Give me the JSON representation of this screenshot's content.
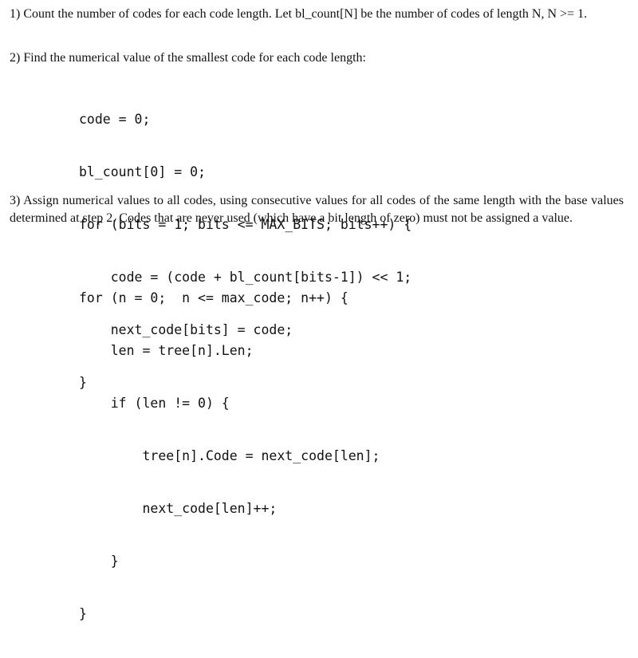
{
  "step1": {
    "text": "1) Count the number of codes for each code length. Let bl_count[N] be the number of codes of length N, N >= 1."
  },
  "step2": {
    "text": "2) Find the numerical value of the smallest code for each code length:"
  },
  "code1": {
    "lines": [
      "code = 0;",
      "bl_count[0] = 0;",
      "for (bits = 1; bits <= MAX_BITS; bits++) {",
      "    code = (code + bl_count[bits-1]) << 1;",
      "    next_code[bits] = code;",
      "}"
    ]
  },
  "step3": {
    "text": "3) Assign numerical values to all codes, using consecutive values for all codes of the same length with the base values determined at step 2.  Codes that are never used (which have a bit length of zero) must not be assigned a value."
  },
  "code2": {
    "lines": [
      "for (n = 0;  n <= max_code; n++) {",
      "    len = tree[n].Len;",
      "    if (len != 0) {",
      "        tree[n].Code = next_code[len];",
      "        next_code[len]++;",
      "    }",
      "}"
    ]
  }
}
